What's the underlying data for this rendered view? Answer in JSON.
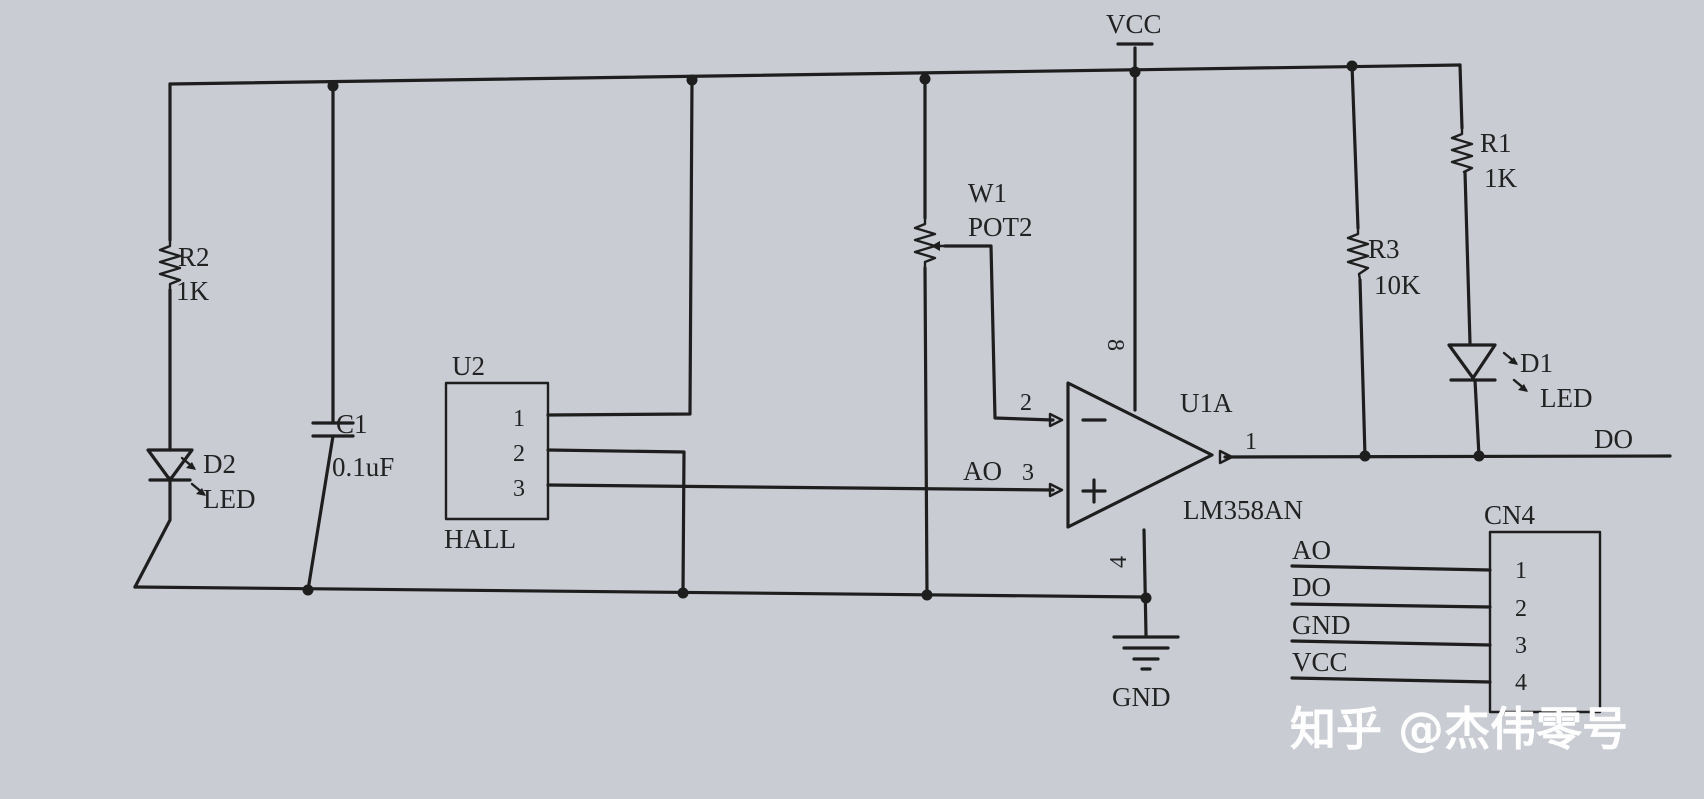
{
  "colors": {
    "paper": "#c9ccd3",
    "ink": "#1e1e1e",
    "watermark": "#ffffff"
  },
  "labels": {
    "vcc": "VCC",
    "gnd": "GND",
    "r2": {
      "ref": "R2",
      "value": "1K"
    },
    "c1": {
      "ref": "C1",
      "value": "0.1uF"
    },
    "d2": {
      "ref": "D2",
      "value": "LED"
    },
    "u2": {
      "ref": "U2",
      "value": "HALL",
      "pins": [
        "1",
        "2",
        "3"
      ]
    },
    "w1": {
      "ref": "W1",
      "value": "POT2"
    },
    "u1a": {
      "ref": "U1A",
      "value": "LM358AN",
      "pin_vcc": "8",
      "pin_gnd": "4",
      "pin_minus": "2",
      "pin_plus": "3",
      "pin_out": "1"
    },
    "r3": {
      "ref": "R3",
      "value": "10K"
    },
    "r1": {
      "ref": "R1",
      "value": "1K"
    },
    "d1": {
      "ref": "D1",
      "value": "LED"
    },
    "net_ao": "AO",
    "net_do": "DO",
    "cn4": {
      "ref": "CN4",
      "pins": [
        "1",
        "2",
        "3",
        "4"
      ],
      "nets": [
        "AO",
        "DO",
        "GND",
        "VCC"
      ]
    }
  },
  "watermark": "知乎 @杰伟零号"
}
